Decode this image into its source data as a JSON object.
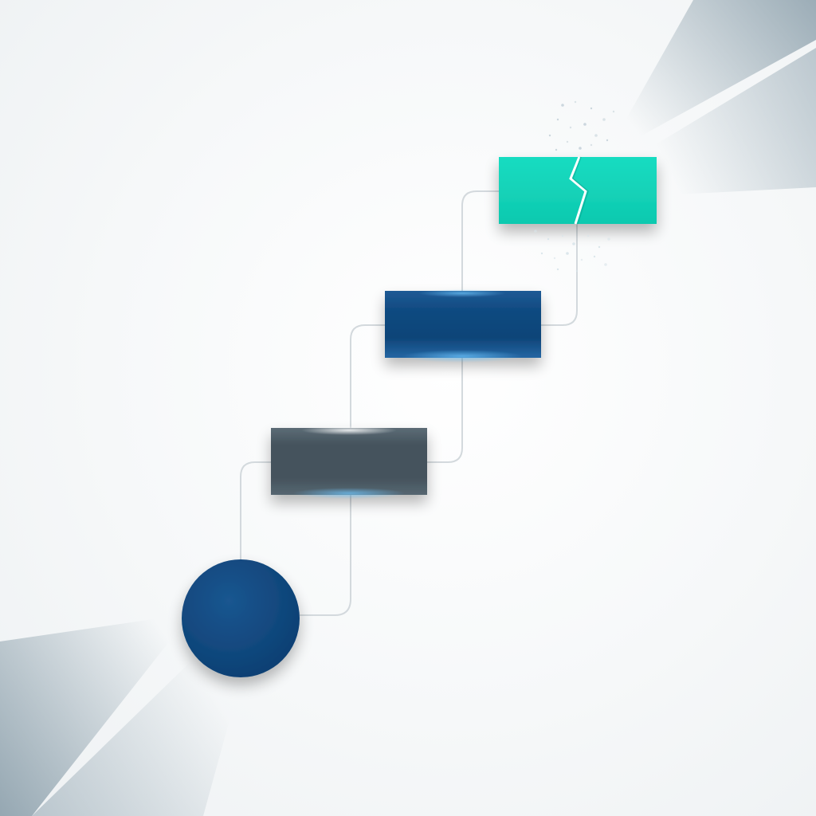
{
  "diagram": {
    "type": "stepped-flow",
    "nodes": [
      {
        "id": "start",
        "shape": "circle",
        "color": "#0f4a80"
      },
      {
        "id": "step-1",
        "shape": "rectangle",
        "color": "#455661"
      },
      {
        "id": "step-2",
        "shape": "rectangle",
        "color": "#0f4a80"
      },
      {
        "id": "step-3",
        "shape": "rectangle",
        "color": "#11d1b7",
        "state": "cracked"
      }
    ],
    "connectors": [
      {
        "from": "start",
        "to": "step-1"
      },
      {
        "from": "step-1",
        "to": "step-2"
      },
      {
        "from": "step-2",
        "to": "step-3"
      }
    ],
    "colors": {
      "background": "#f7f8f9",
      "connector": "#d3d9dd",
      "light_ray": "#9aaab4",
      "crack": "#ffffff"
    }
  }
}
